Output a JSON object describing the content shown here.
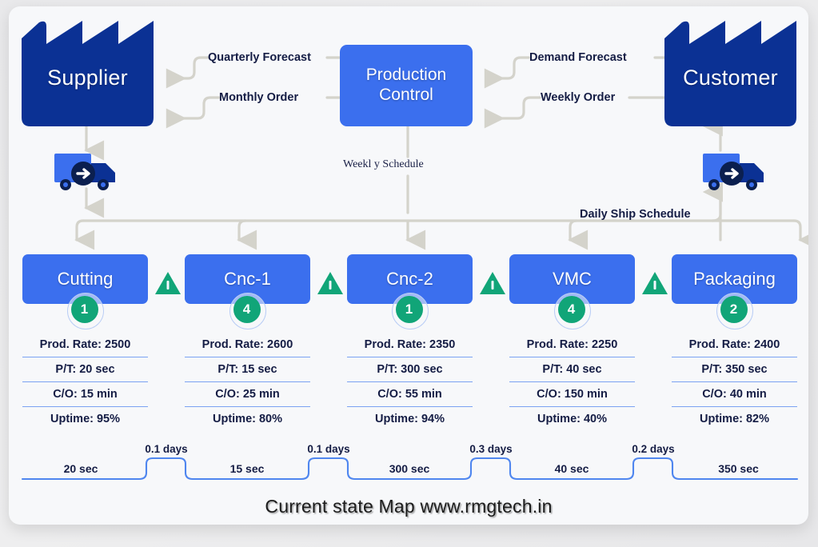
{
  "canvas": {
    "background_color": "#f7f8fa",
    "accent_blue": "#3b6fee",
    "entity_navy": "#0b3194",
    "teal": "#11a578",
    "arrow_gray": "#d4d3cb",
    "text_navy": "#141c44"
  },
  "footer": {
    "title": "Current state Map www.rmgtech.in"
  },
  "entities": {
    "supplier": {
      "label": "Supplier",
      "icon": "factory-icon"
    },
    "customer": {
      "label": "Customer",
      "icon": "factory-icon"
    }
  },
  "production_control": {
    "line1": "Production",
    "line2": "Control"
  },
  "information_flows": [
    {
      "name": "quarterly-forecast",
      "label": "Quarterly Forecast",
      "from": "production-control",
      "to": "supplier"
    },
    {
      "name": "monthly-order",
      "label": "Monthly Order",
      "from": "production-control",
      "to": "supplier"
    },
    {
      "name": "demand-forecast",
      "label": "Demand Forecast",
      "from": "customer",
      "to": "production-control"
    },
    {
      "name": "weekly-order",
      "label": "Weekly Order",
      "from": "customer",
      "to": "production-control"
    },
    {
      "name": "weekly-schedule",
      "label": "Weekl y Schedule",
      "from": "production-control",
      "to": "processes"
    },
    {
      "name": "daily-ship-schedule",
      "label": "Daily Ship Schedule",
      "from": "production-control",
      "to": "shipping"
    }
  ],
  "transport_icons": [
    {
      "name": "inbound-truck-icon",
      "label": "truck-icon"
    },
    {
      "name": "outbound-truck-icon",
      "label": "truck-icon"
    }
  ],
  "process_metrics_keys": [
    "Prod. Rate",
    "P/T",
    "C/O",
    "Uptime"
  ],
  "processes": [
    {
      "name": "cutting",
      "title": "Cutting",
      "operators": "1",
      "rows": [
        "Prod. Rate: 2500",
        "P/T: 20 sec",
        "C/O: 15 min",
        "Uptime: 95%"
      ],
      "prod_rate": 2500,
      "pt_sec": 20,
      "co_min": 15,
      "uptime_pct": 95
    },
    {
      "name": "cnc-1",
      "title": "Cnc-1",
      "operators": "4",
      "rows": [
        "Prod. Rate: 2600",
        "P/T: 15 sec",
        "C/O: 25 min",
        "Uptime: 80%"
      ],
      "prod_rate": 2600,
      "pt_sec": 15,
      "co_min": 25,
      "uptime_pct": 80
    },
    {
      "name": "cnc-2",
      "title": "Cnc-2",
      "operators": "1",
      "rows": [
        "Prod. Rate: 2350",
        "P/T: 300 sec",
        "C/O: 55 min",
        "Uptime: 94%"
      ],
      "prod_rate": 2350,
      "pt_sec": 300,
      "co_min": 55,
      "uptime_pct": 94
    },
    {
      "name": "vmc",
      "title": "VMC",
      "operators": "4",
      "rows": [
        "Prod. Rate: 2250",
        "P/T: 40 sec",
        "C/O: 150 min",
        "Uptime: 40%"
      ],
      "prod_rate": 2250,
      "pt_sec": 40,
      "co_min": 150,
      "uptime_pct": 40
    },
    {
      "name": "packaging",
      "title": "Packaging",
      "operators": "2",
      "rows": [
        "Prod. Rate: 2400",
        "P/T: 350 sec",
        "C/O: 40 min",
        "Uptime: 82%"
      ],
      "prod_rate": 2400,
      "pt_sec": 350,
      "co_min": 40,
      "uptime_pct": 82
    }
  ],
  "inventory_markers": [
    {
      "name": "inventory-1",
      "symbol": "I"
    },
    {
      "name": "inventory-2",
      "symbol": "I"
    },
    {
      "name": "inventory-3",
      "symbol": "I"
    },
    {
      "name": "inventory-4",
      "symbol": "I"
    }
  ],
  "timeline": {
    "value_added": [
      "20 sec",
      "15 sec",
      "300 sec",
      "40 sec",
      "350 sec"
    ],
    "non_value_added": [
      "0.1 days",
      "0.1 days",
      "0.3 days",
      "0.2 days"
    ]
  }
}
